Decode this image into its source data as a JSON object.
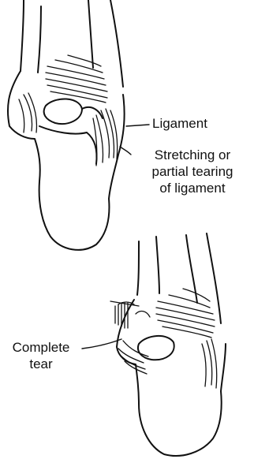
{
  "labels": {
    "ligament": "Ligament",
    "stretching": [
      "Stretching or",
      "partial tearing",
      "of ligament"
    ],
    "complete_tear": [
      "Complete",
      "tear"
    ]
  },
  "colors": {
    "ink": "#111111",
    "background": "#ffffff"
  }
}
